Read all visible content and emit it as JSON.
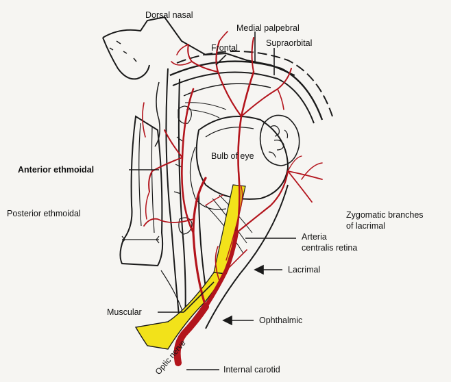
{
  "labels": {
    "dorsal_nasal": "Dorsal nasal",
    "medial_palpebral": "Medial palpebral",
    "frontal": "Frontal",
    "supraorbital": "Supraorbital",
    "bulb_of_eye": "Bulb of eye",
    "anterior_ethmoidal": "Anterior ethmoidal",
    "posterior_ethmoidal": "Posterior ethmoidal",
    "zygomatic_line1": "Zygomatic branches",
    "zygomatic_line2": "of lacrimal",
    "arteria_line1": "Arteria",
    "arteria_line2": "centralis retina",
    "lacrimal": "Lacrimal",
    "muscular": "Muscular",
    "ophthalmic": "Ophthalmic",
    "optic_nerve": "Optic nerve",
    "internal_carotid": "Internal carotid"
  },
  "colors": {
    "artery": "#b3141c",
    "optic_nerve": "#f2e21a",
    "outline": "#1a1a1a",
    "background": "#f6f5f2"
  }
}
